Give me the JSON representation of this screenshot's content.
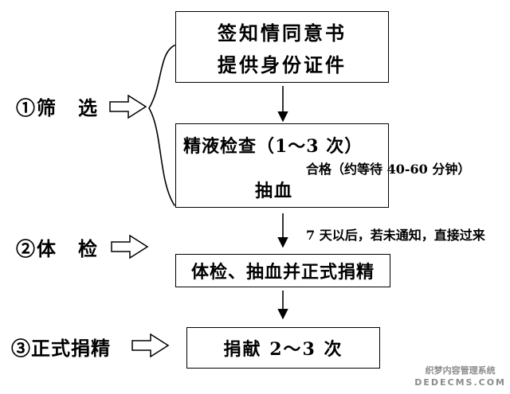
{
  "canvas": {
    "bg": "#ffffff",
    "line_color": "#000000"
  },
  "steps": [
    {
      "label": "①筛　选"
    },
    {
      "label": "②体　检"
    },
    {
      "label": "③正式捐精"
    }
  ],
  "boxes": {
    "consent": {
      "line1": "签知情同意书",
      "line2": "提供身份证件"
    },
    "semen_test": {
      "title": "精液检查（1～3 次）",
      "note": "合格（约等待 40-60 分钟）",
      "sub": "抽血"
    },
    "checkup": {
      "text": "体检、抽血并正式捐精"
    },
    "donation": {
      "text": "捐献 2～3 次"
    }
  },
  "annotations": {
    "after_7_days": "7 天以后，若未通知，直接过来"
  },
  "watermark": {
    "line1": "织梦内容管理系统",
    "line2": "DEDECMS.COM",
    "color": "#8c8c8c"
  }
}
